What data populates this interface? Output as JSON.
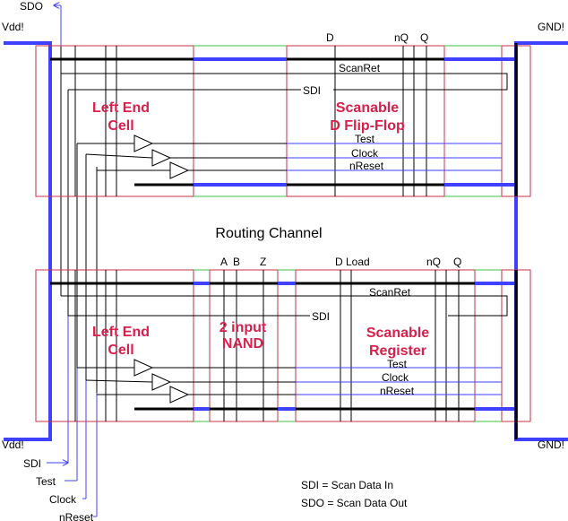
{
  "power": {
    "vdd_top": "Vdd!",
    "vdd_bottom": "Vdd!",
    "gnd_top": "GND!",
    "gnd_bottom": "GND!"
  },
  "signals": {
    "sdo": "SDO",
    "sdi": "SDI",
    "test": "Test",
    "clock": "Clock",
    "nreset": "nReset"
  },
  "top_row": {
    "pins": {
      "d": "D",
      "nq": "nQ",
      "q": "Q"
    },
    "scanret": "ScanRet",
    "sdi": "SDI",
    "test": "Test",
    "clock": "Clock",
    "nreset": "nReset",
    "left_cell": [
      "Left End",
      "Cell"
    ],
    "main_cell": [
      "Scanable",
      "D Flip-Flop"
    ]
  },
  "channel": "Routing Channel",
  "bottom_row": {
    "pins": {
      "a": "A",
      "b": "B",
      "z": "Z",
      "dload": "D Load",
      "nq": "nQ",
      "q": "Q"
    },
    "scanret": "ScanRet",
    "sdi": "SDI",
    "test": "Test",
    "clock": "Clock",
    "nreset": "nReset",
    "left_cell": [
      "Left End",
      "Cell"
    ],
    "nand_cell": [
      "2 input",
      "NAND"
    ],
    "reg_cell": [
      "Scanable",
      "Register"
    ]
  },
  "legend": {
    "sdi": "SDI = Scan Data In",
    "sdo": "SDO = Scan Data Out"
  }
}
